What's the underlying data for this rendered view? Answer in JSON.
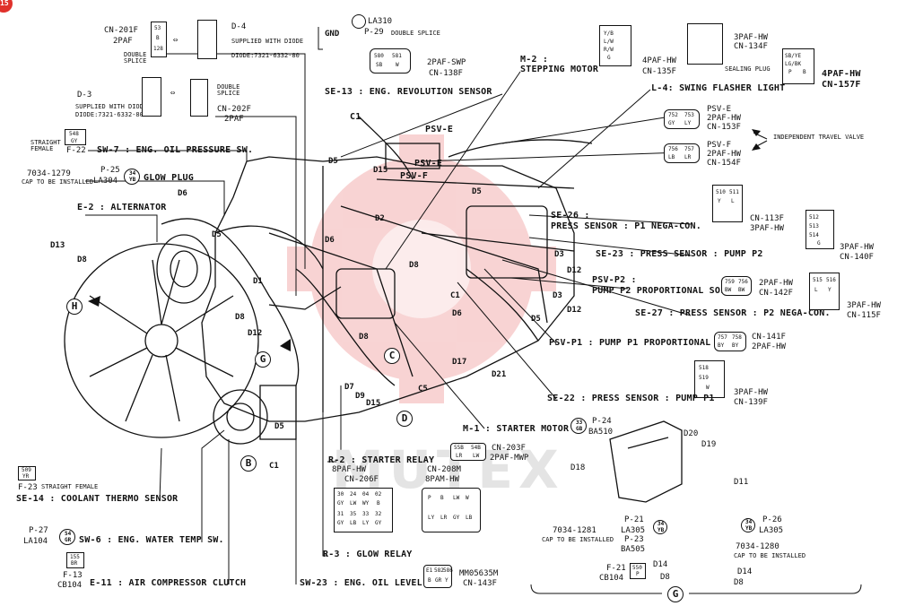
{
  "page_badge": "15",
  "watermark": "MUTEX",
  "callouts": {
    "gnd": "GND",
    "la310": "LA310",
    "p29": "P-29",
    "double_splice": "DOUBLE SPLICE",
    "cn201f": "CN-201F",
    "cn201f_type": "2PAF",
    "double_splice2": "DOUBLE\nSPLICE",
    "d4": "D-4",
    "d4_note": "SUPPLIED WITH DIODE",
    "d4_diode": "DIODE:7321-6332-80",
    "d3": "D-3",
    "d3_note": "SUPPLIED WITH DIODE",
    "d3_diode": "DIODE:7321-6332-80",
    "double_splice3": "DOUBLE\nSPLICE",
    "cn202f": "CN-202F",
    "cn202f_type": "2PAF",
    "cn138f_type": "2PAF-SWP",
    "cn138f": "CN-138F",
    "m2": "M-2 :",
    "m2_name": "STEPPING MOTOR",
    "cn135f_type": "4PAF-HW",
    "cn135f": "CN-135F",
    "cn134f_type": "3PAF-HW",
    "cn134f": "CN-134F",
    "sealing_plug": "SEALING PLUG",
    "cn157f_type": "4PAF-HW",
    "cn157f": "CN-157F",
    "l4": "L-4: SWING FLASHER LIGHT",
    "se13": "SE-13 : ENG. REVOLUTION SENSOR",
    "c1": "C1",
    "psv_e_top": "PSV-E",
    "psv_e_lbl": "PSV-E",
    "psv_e_type": "2PAF-HW",
    "cn153f": "CN-153F",
    "psv_f_lbl": "PSV-F",
    "psv_f_type": "2PAF-HW",
    "cn154f": "CN-154F",
    "indep_travel": "INDEPENDENT TRAVEL VALVE",
    "psv_e_mid": "PSV-E",
    "psv_f_mid": "PSV-F",
    "straight_female": "STRAIGHT\nFEMALE",
    "f22": "F-22",
    "sw7": "SW-7 : ENG. OIL PRESSURE SW.",
    "p7034_1279": "7034-1279",
    "cap1": "CAP TO BE INSTALLED",
    "p25": "P-25",
    "la304": "LA304",
    "glow_plug": "GLOW PLUG",
    "e2": "E-2 : ALTERNATOR",
    "se26": "SE-26 :",
    "se26_name": "PRESS SENSOR : P1 NEGA-CON.",
    "cn113f": "CN-113F",
    "cn113f_type": "3PAF-HW",
    "se23": "SE-23 : PRESS SENSOR : PUMP P2",
    "cn140f_type": "3PAF-HW",
    "cn140f": "CN-140F",
    "psv_p2": "PSV-P2 :",
    "psv_p2_name": "PUMP P2 PROPORTIONAL SOL",
    "cn142f_type": "2PAF-HW",
    "cn142f": "CN-142F",
    "cn115f_type": "3PAF-HW",
    "cn115f": "CN-115F",
    "se27": "SE-27 : PRESS SENSOR : P2 NEGA-CON.",
    "psv_p1": "PSV-P1 : PUMP P1 PROPORTIONAL SOL",
    "cn141f": "CN-141F",
    "cn141f_type": "2PAF-HW",
    "cn139f_type": "3PAF-HW",
    "cn139f": "CN-139F",
    "se22": "SE-22 : PRESS SENSOR : PUMP P1",
    "m1": "M-1 : STARTER MOTOR",
    "p24": "P-24",
    "ba510": "BA510",
    "r2": "R-2 : STARTER RELAY",
    "cn203f": "CN-203F",
    "cn203f_type": "2PAF-MWP",
    "cn206f_type": "8PAF-HW",
    "cn206f": "CN-206F",
    "cn208m": "CN-208M",
    "cn208m_type": "8PAM-HW",
    "r3": "R-3 : GLOW RELAY",
    "sw23": "SW-23 : ENG. OIL LEVEL SW.",
    "mm05635m": "MM05635M",
    "cn143f": "CN-143F",
    "straight_female2": "STRAIGHT FEMALE",
    "f23": "F-23",
    "se14": "SE-14 : COOLANT THERMO SENSOR",
    "p27": "P-27",
    "la104": "LA104",
    "sw6": "SW-6 : ENG. WATER TEMP SW.",
    "f13": "F-13",
    "cb104": "CB104",
    "e11": "E-11 : AIR COMPRESSOR CLUTCH",
    "d18": "D18",
    "d20": "D20",
    "d19": "D19",
    "d11": "D11",
    "p7034_1281": "7034-1281",
    "cap2": "CAP TO BE INSTALLED",
    "p21": "P-21",
    "la305": "LA305",
    "p23": "P-23",
    "ba505": "BA505",
    "p26": "P-26",
    "la305b": "LA305",
    "p7034_1280": "7034-1280",
    "cap3": "CAP TO BE INSTALLED",
    "f21": "F-21",
    "cb104b": "CB104",
    "d14a": "D14",
    "d8a": "D8",
    "d14b": "D14",
    "d8b": "D8",
    "g_bottom": "G"
  },
  "parts": {
    "d5a": "D5",
    "d15a": "D15",
    "d2": "D2",
    "d6a": "D6",
    "d13": "D13",
    "d8c": "D8",
    "d6b": "D6",
    "d5b": "D5",
    "d1": "D1",
    "d8d": "D8",
    "d12a": "D12",
    "d5c": "D5",
    "d3a": "D3",
    "d12b": "D12",
    "d3b": "D3",
    "d5d": "D5",
    "d12c": "D12",
    "d8e": "D8",
    "d17": "D17",
    "d21": "D21",
    "d7": "D7",
    "d9": "D9",
    "d15b": "D15",
    "c5": "C5",
    "c1b": "C1",
    "d5e": "D5",
    "c1c": "C1",
    "d6c": "D6",
    "d8f": "D8"
  },
  "markers": {
    "h": "H",
    "g": "G",
    "c": "C",
    "d": "D",
    "b": "B"
  },
  "connector_pins": {
    "cn201f": [
      "53",
      "B",
      "128"
    ],
    "cn157f": [
      "SB/YE",
      "LG/BK",
      "P",
      "B"
    ],
    "cn135f": [
      "Y/B",
      "L/W",
      "R/W",
      "G"
    ],
    "cn203f": [
      "55B",
      "LR",
      "54B",
      "LW"
    ],
    "cn206f": [
      "30",
      "24",
      "04",
      "02",
      "GY",
      "LW",
      "WY",
      "B",
      "31",
      "35",
      "33",
      "32",
      "GY",
      "LB",
      "LY",
      "GY"
    ],
    "cn208m": [
      "P",
      "B",
      "LW",
      "W",
      "LY",
      "LR",
      "GY",
      "LB"
    ],
    "cn143f": [
      "E1",
      "582",
      "586",
      "B",
      "GR",
      "Y"
    ],
    "cn113f": [
      "510",
      "511",
      "Y",
      "L"
    ],
    "cn140f": [
      "512",
      "513",
      "514",
      "G"
    ],
    "cn115f": [
      "515",
      "516",
      "L",
      "Y"
    ],
    "cn139f": [
      "518",
      "519",
      "W"
    ],
    "cn153f": [
      "752",
      "753",
      "GY",
      "LY"
    ],
    "cn154f": [
      "756",
      "757",
      "LB",
      "LR"
    ],
    "cn141f": [
      "757",
      "758",
      "BY",
      "BY"
    ],
    "cn142f": [
      "759",
      "756",
      "BW",
      "BW"
    ],
    "cn138f": [
      "580",
      "581",
      "SB",
      "W"
    ],
    "f22": [
      "548",
      "GY"
    ],
    "f23": [
      "509",
      "YR"
    ],
    "f13": [
      "155",
      "BR"
    ],
    "f21": [
      "550",
      "P"
    ],
    "p25": [
      "34",
      "YB"
    ],
    "p27": [
      "54",
      "GR"
    ],
    "p24": [
      "33",
      "GB"
    ],
    "p21": [
      "34",
      "YB"
    ],
    "p26": [
      "34",
      "YB"
    ]
  }
}
